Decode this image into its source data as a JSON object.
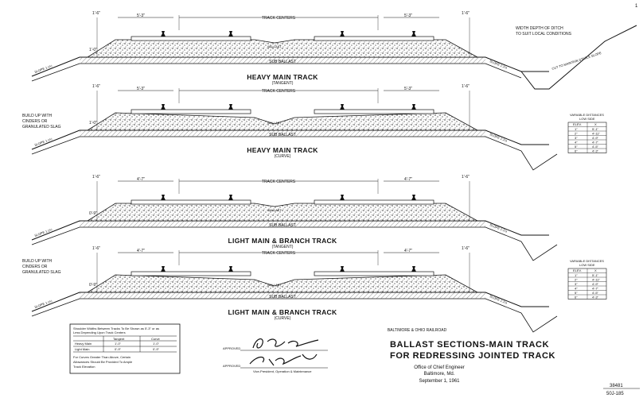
{
  "sheet_number": "1",
  "ditch_note": [
    "WIDTH DEPTH OF DITCH",
    "TO SUIT LOCAL CONDITIONS"
  ],
  "buildup_note": [
    "BUILD UP WITH",
    "CINDERS OR",
    "GRANULATED SLAG"
  ],
  "cut_note": "CUT TO MAINTAIN STABLE SLOPE",
  "track_centers": "TRACK CENTERS",
  "sub_ballast": "SUB BALLAST",
  "ballast": "BALLAST",
  "slope_label": "SLOPE 1:1½",
  "sections": [
    {
      "title": "HEAVY MAIN TRACK",
      "subtitle": "(TANGENT)",
      "shoulder": "5'-3\"",
      "edge": "1'-6\"",
      "depth": "1'-0\""
    },
    {
      "title": "HEAVY MAIN TRACK",
      "subtitle": "(CURVE)",
      "shoulder": "5'-3\"",
      "edge": "1'-6\"",
      "depth": "1'-0\""
    },
    {
      "title": "LIGHT MAIN & BRANCH TRACK",
      "subtitle": "(TANGENT)",
      "shoulder": "4'-7\"",
      "edge": "1'-6\"",
      "depth": "0'-9\""
    },
    {
      "title": "LIGHT MAIN & BRANCH TRACK",
      "subtitle": "(CURVE)",
      "shoulder": "4'-7\"",
      "edge": "1'-6\"",
      "depth": "0'-9\""
    }
  ],
  "variable_table": {
    "heading": [
      "VARIABLE DISTANCES",
      "LOW SIDE"
    ],
    "col_elev": "ELEV.",
    "col_x": "X",
    "rows": [
      [
        "1\"",
        "5'-1\""
      ],
      [
        "2\"",
        "4'-11\""
      ],
      [
        "3\"",
        "4'-9\""
      ],
      [
        "4\"",
        "4'-7\""
      ],
      [
        "5\"",
        "4'-5\""
      ],
      [
        "6\"",
        "4'-3\""
      ]
    ]
  },
  "note_box": {
    "lines": [
      "Shoulder Widths Between Tracks To Be Shown as 5'-3\" or as",
      "Less Depending Upon Track Centers"
    ],
    "table_headers": [
      "",
      "Tangent",
      "Curve"
    ],
    "rows": [
      [
        "Heavy Main",
        "1'-0\"",
        "1'-0\""
      ],
      [
        "Light Main",
        "0'-9\"",
        "0'-9\""
      ]
    ],
    "footer": [
      "For Curves Greater Than Above, Certain",
      "Allowances Should Be Provided To Ample",
      "Track Elevation"
    ]
  },
  "approval": {
    "approved_label": "APPROVED",
    "approved_label_2": "APPROVED",
    "signer_title": "Vice-President, Operation & Maintenance"
  },
  "title_block": {
    "railroad": "BALTIMORE & OHIO RAILROAD",
    "line1": "BALLAST SECTIONS-MAIN TRACK",
    "line2": "FOR REDRESSING JOINTED TRACK",
    "office": "Office of Chief Engineer",
    "city": "Baltimore, Md.",
    "date": "September 1, 1961",
    "drawing_no": "38481",
    "sheet_ref": "50J-185"
  }
}
